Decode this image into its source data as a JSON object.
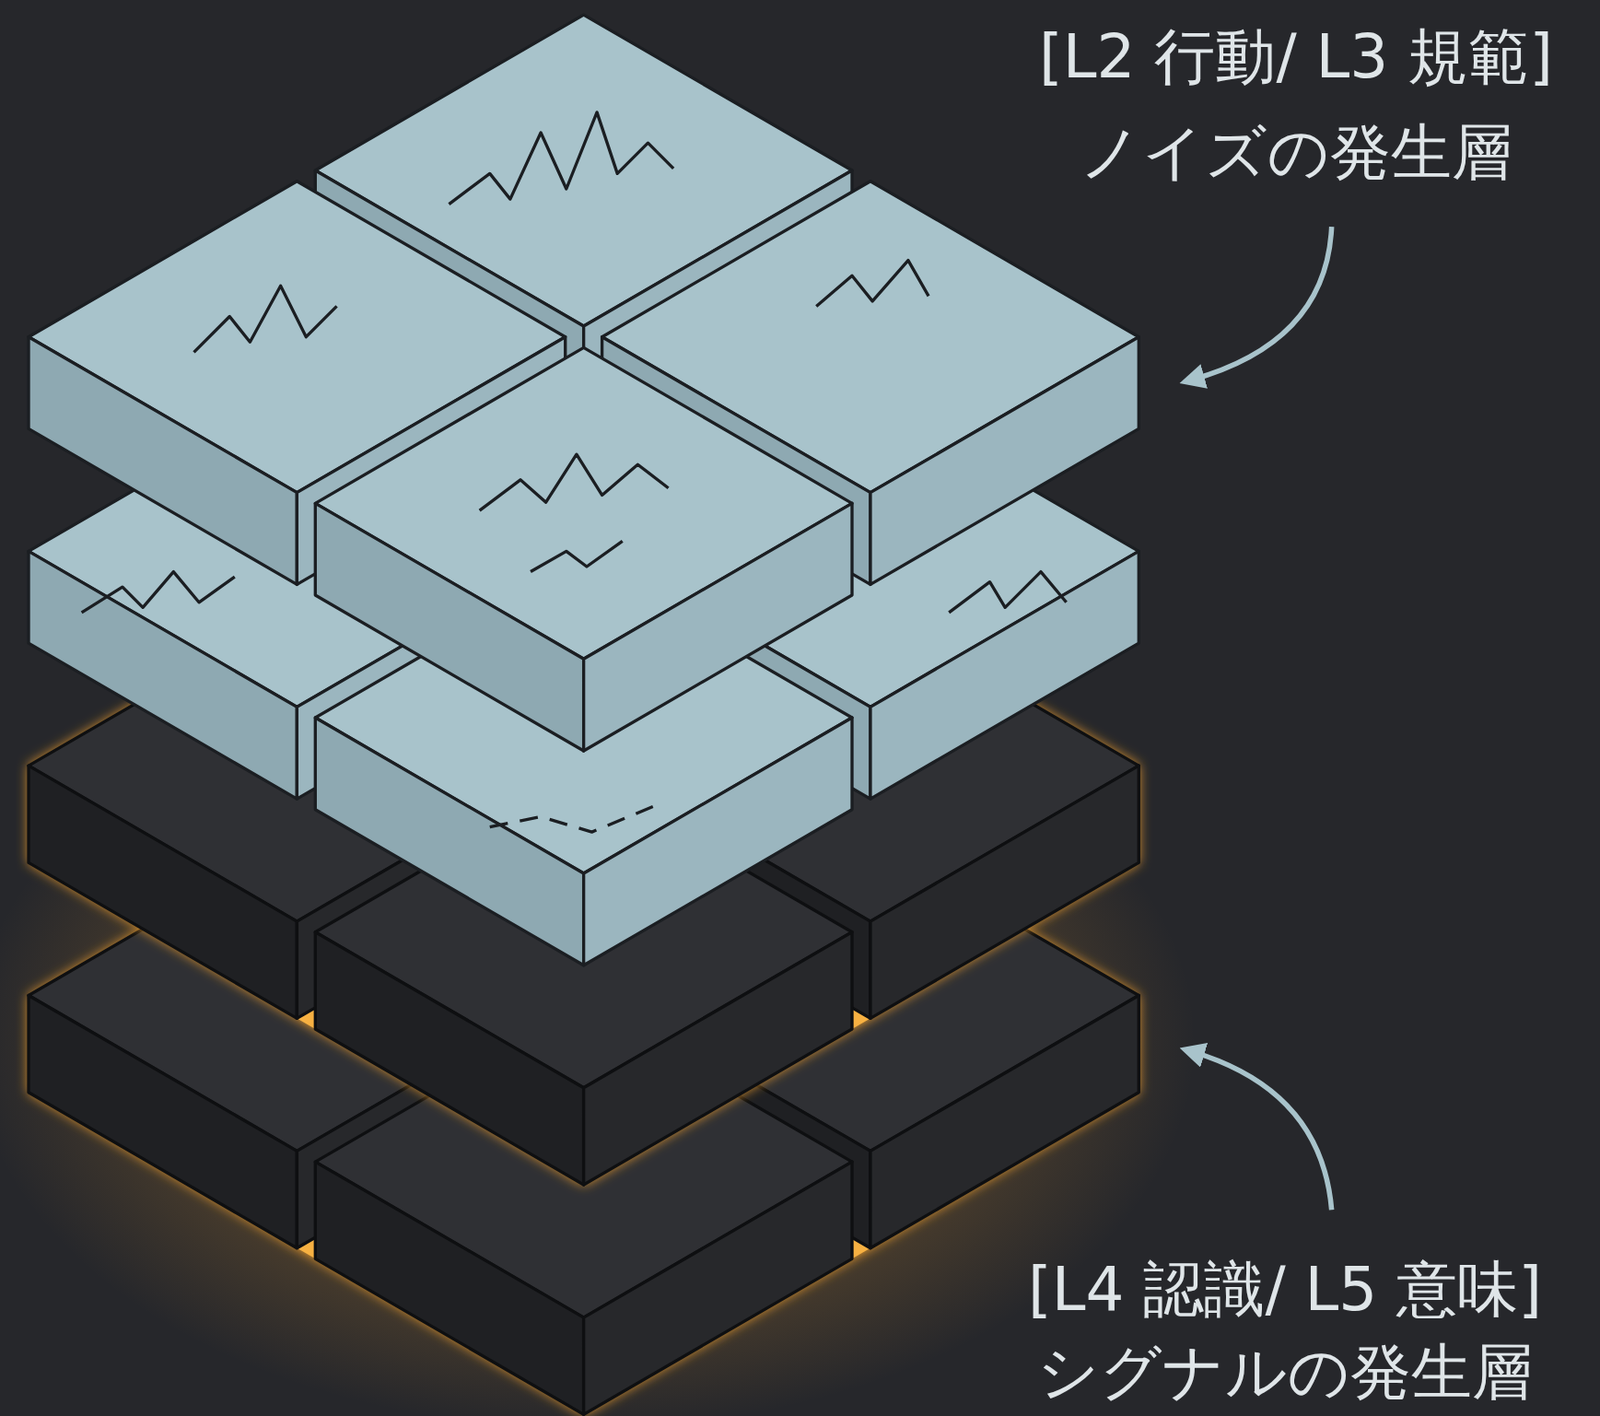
{
  "diagram": {
    "labels": [
      "[L2 行動/ L3 規範]",
      "ノイズの発生層",
      "[L4 認識/ L5 意味]",
      "シグナルの発生層"
    ]
  }
}
